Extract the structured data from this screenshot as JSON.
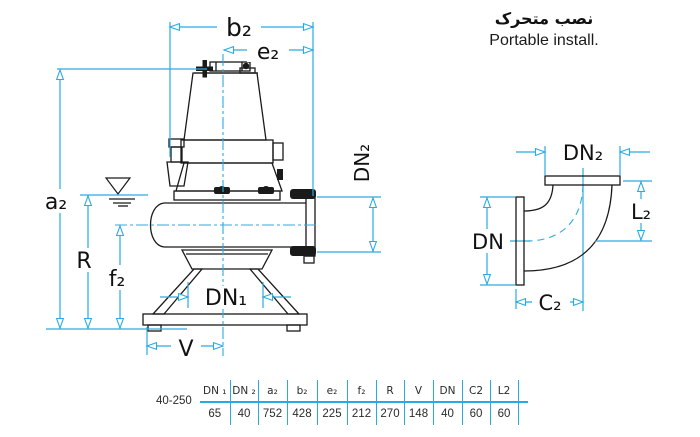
{
  "colors": {
    "accent": "#29abe2",
    "ink": "#1a1a1a",
    "background": "#ffffff"
  },
  "header": {
    "title_fa": "نصب متحرک",
    "title_en": "Portable install."
  },
  "pump_diagram": {
    "labels": {
      "b2": "b₂",
      "e2": "e₂",
      "a2": "a₂",
      "r": "R",
      "f2": "f₂",
      "dn1": "DN₁",
      "dn2": "DN₂",
      "v": "V"
    }
  },
  "elbow_diagram": {
    "labels": {
      "dn2": "DN₂",
      "l2": "L₂",
      "dn": "DN",
      "c2": "C₂"
    }
  },
  "table": {
    "model": "40-250",
    "columns": [
      "DN ₁",
      "DN ₂",
      "a₂",
      "b₂",
      "e₂",
      "f₂",
      "R",
      "V",
      "DN",
      "C2",
      "L2"
    ],
    "values": [
      "65",
      "40",
      "752",
      "428",
      "225",
      "212",
      "270",
      "148",
      "40",
      "60",
      "60"
    ]
  }
}
